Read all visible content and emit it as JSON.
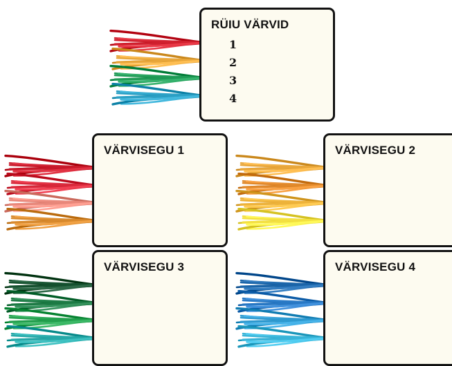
{
  "main_card": {
    "title": "RÜIU VÄRVID",
    "numbers": [
      "1",
      "2",
      "3",
      "4"
    ],
    "colors": [
      "#d0202e",
      "#e8a63a",
      "#1e9a55",
      "#2a9fc4"
    ]
  },
  "mix_cards": [
    {
      "title": "VÄRVISEGU 1",
      "colors": [
        "#c8192a",
        "#d8283a",
        "#e8877a",
        "#d8892c"
      ]
    },
    {
      "title": "VÄRVISEGU 2",
      "colors": [
        "#e8a63a",
        "#e0882a",
        "#edb23a",
        "#f3e040"
      ]
    },
    {
      "title": "VÄRVISEGU 3",
      "colors": [
        "#14502e",
        "#1c7a44",
        "#23a04e",
        "#25a8a8"
      ]
    },
    {
      "title": "VÄRVISEGU 4",
      "colors": [
        "#1a64a8",
        "#2878c4",
        "#2e9ad0",
        "#38b4d8"
      ]
    }
  ]
}
